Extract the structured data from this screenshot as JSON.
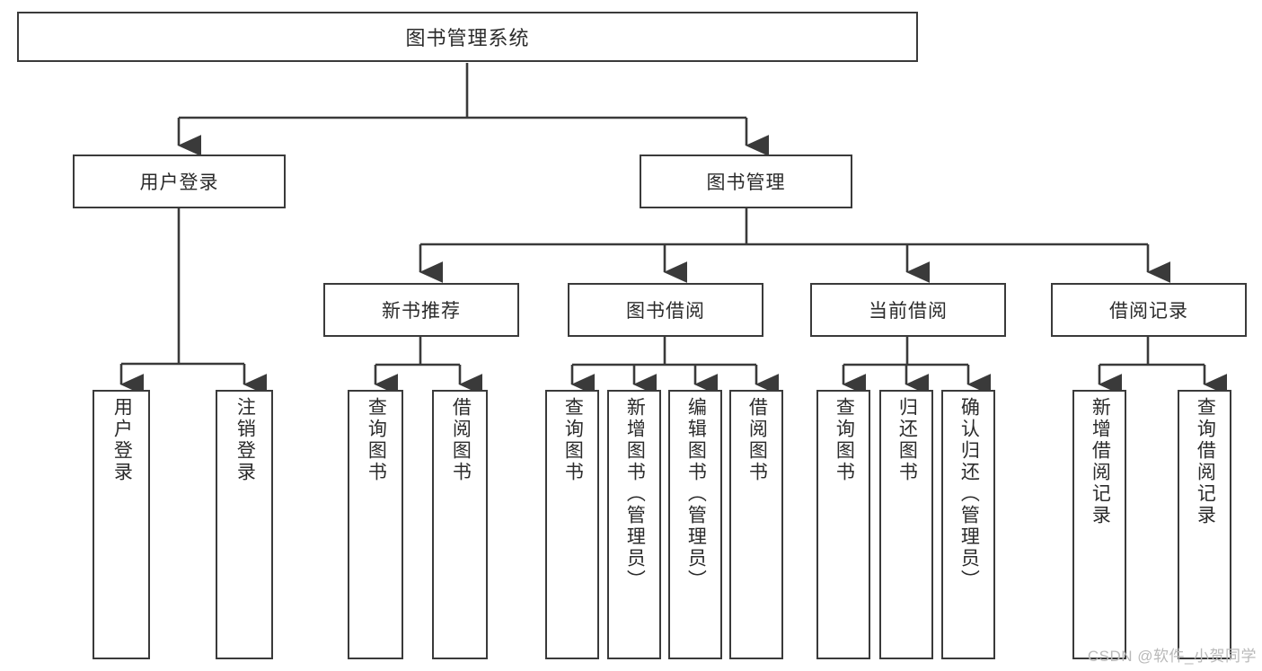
{
  "diagram": {
    "title": "图书管理系统",
    "type": "tree",
    "watermark": "CSDN @软件_小贺同学",
    "colors": {
      "stroke": "#3a3a3a",
      "fill": "#ffffff",
      "text": "#2b2b2b",
      "watermark": "#b9b9b9"
    },
    "root": {
      "label": "图书管理系统"
    },
    "level1": [
      {
        "label": "用户登录"
      },
      {
        "label": "图书管理"
      }
    ],
    "level2": [
      {
        "label": "新书推荐"
      },
      {
        "label": "图书借阅"
      },
      {
        "label": "当前借阅"
      },
      {
        "label": "借阅记录"
      }
    ],
    "leaves": {
      "user_login": [
        {
          "label": "用户登录"
        },
        {
          "label": "注销登录"
        }
      ],
      "new_book_recommend": [
        {
          "label": "查询图书"
        },
        {
          "label": "借阅图书"
        }
      ],
      "book_borrow": [
        {
          "label": "查询图书"
        },
        {
          "label": "新增图书（管理员）"
        },
        {
          "label": "编辑图书（管理员）"
        },
        {
          "label": "借阅图书"
        }
      ],
      "current_borrow": [
        {
          "label": "查询图书"
        },
        {
          "label": "归还图书"
        },
        {
          "label": "确认归还（管理员）"
        }
      ],
      "borrow_record": [
        {
          "label": "新增借阅记录"
        },
        {
          "label": "查询借阅记录"
        }
      ]
    }
  }
}
